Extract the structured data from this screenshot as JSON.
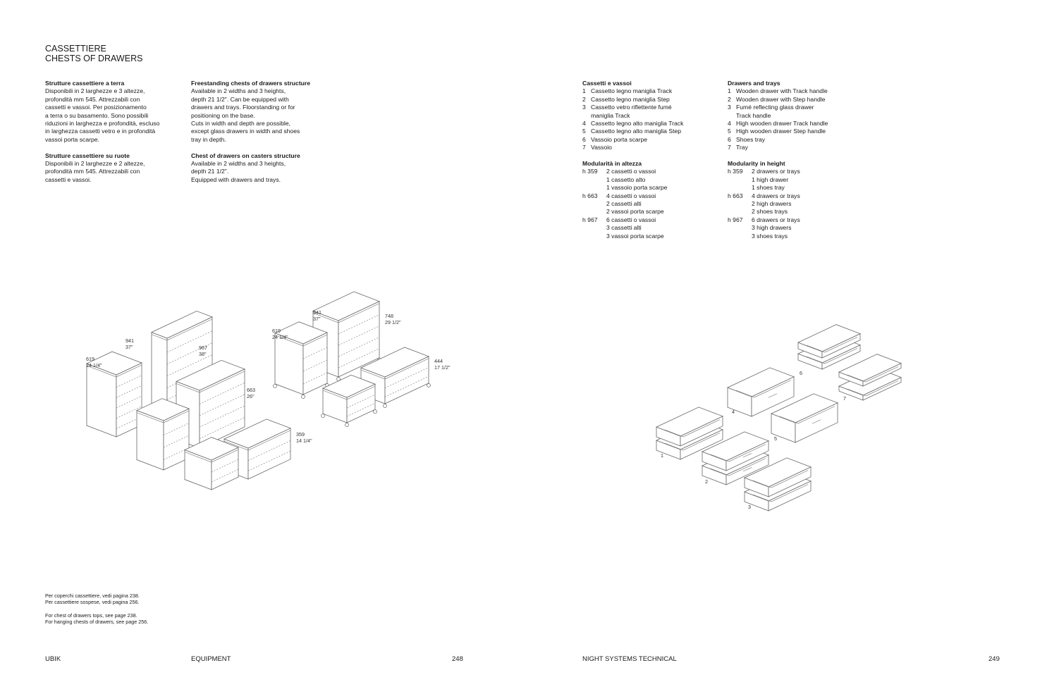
{
  "header": {
    "title_it": "CASSETTIERE",
    "title_en": "CHESTS OF DRAWERS"
  },
  "left_it": [
    {
      "heading": "Strutture cassettiere a terra",
      "lines": [
        "Disponibili in 2 larghezze e 3 altezze,",
        "profondità mm 545. Attrezzabili con",
        "cassetti e vassoi. Per posizionamento",
        "a terra o su basamento. Sono possibili",
        "riduzioni in larghezza e profondità, escluso",
        "in larghezza cassetti vetro e in profondità",
        "vassoi porta scarpe."
      ]
    },
    {
      "heading": "Strutture cassettiere su ruote",
      "lines": [
        "Disponibili in 2 larghezze e 2 altezze,",
        "profondità mm 545. Attrezzabili con",
        "cassetti e vassoi."
      ]
    }
  ],
  "left_en": [
    {
      "heading": "Freestanding chests of drawers structure",
      "lines": [
        "Available in 2 widths and 3 heights,",
        "depth 21 1/2\". Can be equipped with",
        "drawers and trays. Floorstanding or for",
        "positioning on the base.",
        "Cuts in width and depth are possible,",
        "except glass drawers in width and shoes",
        "tray in depth."
      ]
    },
    {
      "heading": "Chest of drawers on casters structure",
      "lines": [
        "Available in 2 widths and 3 heights,",
        "depth 21 1/2\".",
        "Equipped with drawers and trays."
      ]
    }
  ],
  "right_it": {
    "heading": "Cassetti e vassoi",
    "items": [
      [
        "1",
        "Cassetto legno maniglia Track"
      ],
      [
        "2",
        "Cassetto legno maniglia Step"
      ],
      [
        "3",
        "Cassetto vetro riflettente fumé",
        "maniglia Track"
      ],
      [
        "4",
        "Cassetto legno alto maniglia Track"
      ],
      [
        "5",
        "Cassetto legno alto maniglia Step"
      ],
      [
        "6",
        "Vassoio porta scarpe"
      ],
      [
        "7",
        "Vassoio"
      ]
    ],
    "mod_heading": "Modularità in altezza",
    "mod": [
      {
        "h": "h 359",
        "lines": [
          "2 cassetti o vassoi",
          "1 cassetto alto",
          "1 vassoio porta scarpe"
        ]
      },
      {
        "h": "h 663",
        "lines": [
          "4 cassetti o vassoi",
          "2 cassetti alti",
          "2 vassoi porta scarpe"
        ]
      },
      {
        "h": "h 967",
        "lines": [
          "6 cassetti o vassoi",
          "3 cassetti alti",
          "3 vassoi porta scarpe"
        ]
      }
    ]
  },
  "right_en": {
    "heading": "Drawers and trays",
    "items": [
      [
        "1",
        "Wooden drawer with Track handle"
      ],
      [
        "2",
        "Wooden drawer with Step handle"
      ],
      [
        "3",
        "Fumé reflecting glass drawer",
        "Track handle"
      ],
      [
        "4",
        "High wooden drawer Track handle"
      ],
      [
        "5",
        "High wooden drawer Step handle"
      ],
      [
        "6",
        "Shoes tray"
      ],
      [
        "7",
        "Tray"
      ]
    ],
    "mod_heading": "Modularity in height",
    "mod": [
      {
        "h": "h 359",
        "lines": [
          "2 drawers or trays",
          "1 high drawer",
          "1 shoes tray"
        ]
      },
      {
        "h": "h 663",
        "lines": [
          "4 drawers or trays",
          "2 high drawers",
          "2 shoes trays"
        ]
      },
      {
        "h": "h 967",
        "lines": [
          "6 drawers or trays",
          "3 high drawers",
          "3 shoes trays"
        ]
      }
    ]
  },
  "dims": {
    "d619a": [
      "619",
      "24 1/4\""
    ],
    "d941a": [
      "941",
      "37\""
    ],
    "d967": [
      "967",
      "38\""
    ],
    "d663": [
      "663",
      "26\""
    ],
    "d359": [
      "359",
      "14 1/4\""
    ],
    "d619b": [
      "619",
      "24 1/4\""
    ],
    "d941b": [
      "941",
      "37\""
    ],
    "d748": [
      "748",
      "29 1/2\""
    ],
    "d444": [
      "444",
      "17 1/2\""
    ]
  },
  "drawer_labels": [
    "1",
    "2",
    "3",
    "4",
    "5",
    "6",
    "7"
  ],
  "notes_it": [
    "Per coperchi cassettiere, vedi pagina 238.",
    "Per cassettiere sospese, vedi pagina 256."
  ],
  "notes_en": [
    "For chest of drawers tops, see page 238.",
    "For hanging chests of drawers, see page 256."
  ],
  "footer": {
    "brand": "UBIK",
    "section": "EQUIPMENT",
    "page_left": "248",
    "section_right": "NIGHT SYSTEMS TECHNICAL",
    "page_right": "249"
  }
}
